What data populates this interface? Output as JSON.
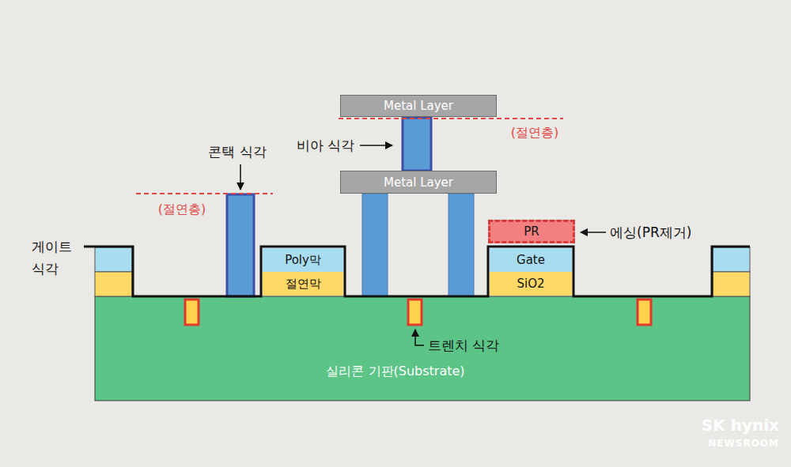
{
  "diagram": {
    "nodes": [
      {
        "text": [
          "Metal Layer"
        ]
      },
      {
        "text": [
          "Metal Layer"
        ]
      },
      {
        "text": [
          "PR"
        ]
      },
      {
        "text": [
          "Poly막"
        ]
      },
      {
        "text": [
          "절연막"
        ]
      },
      {
        "text": [
          "Gate"
        ]
      },
      {
        "text": [
          "SiO2"
        ]
      },
      {
        "text": [
          "실리콘 기판(Substrate)"
        ]
      }
    ],
    "labels": [
      "게이트 식각",
      "콘택 식각",
      "(절연층)",
      "비아 식각",
      "(절연층)",
      "에싱(PR제거)",
      "트렌치 식각",
      "SK hynix",
      "NEWSROOM"
    ]
  }
}
